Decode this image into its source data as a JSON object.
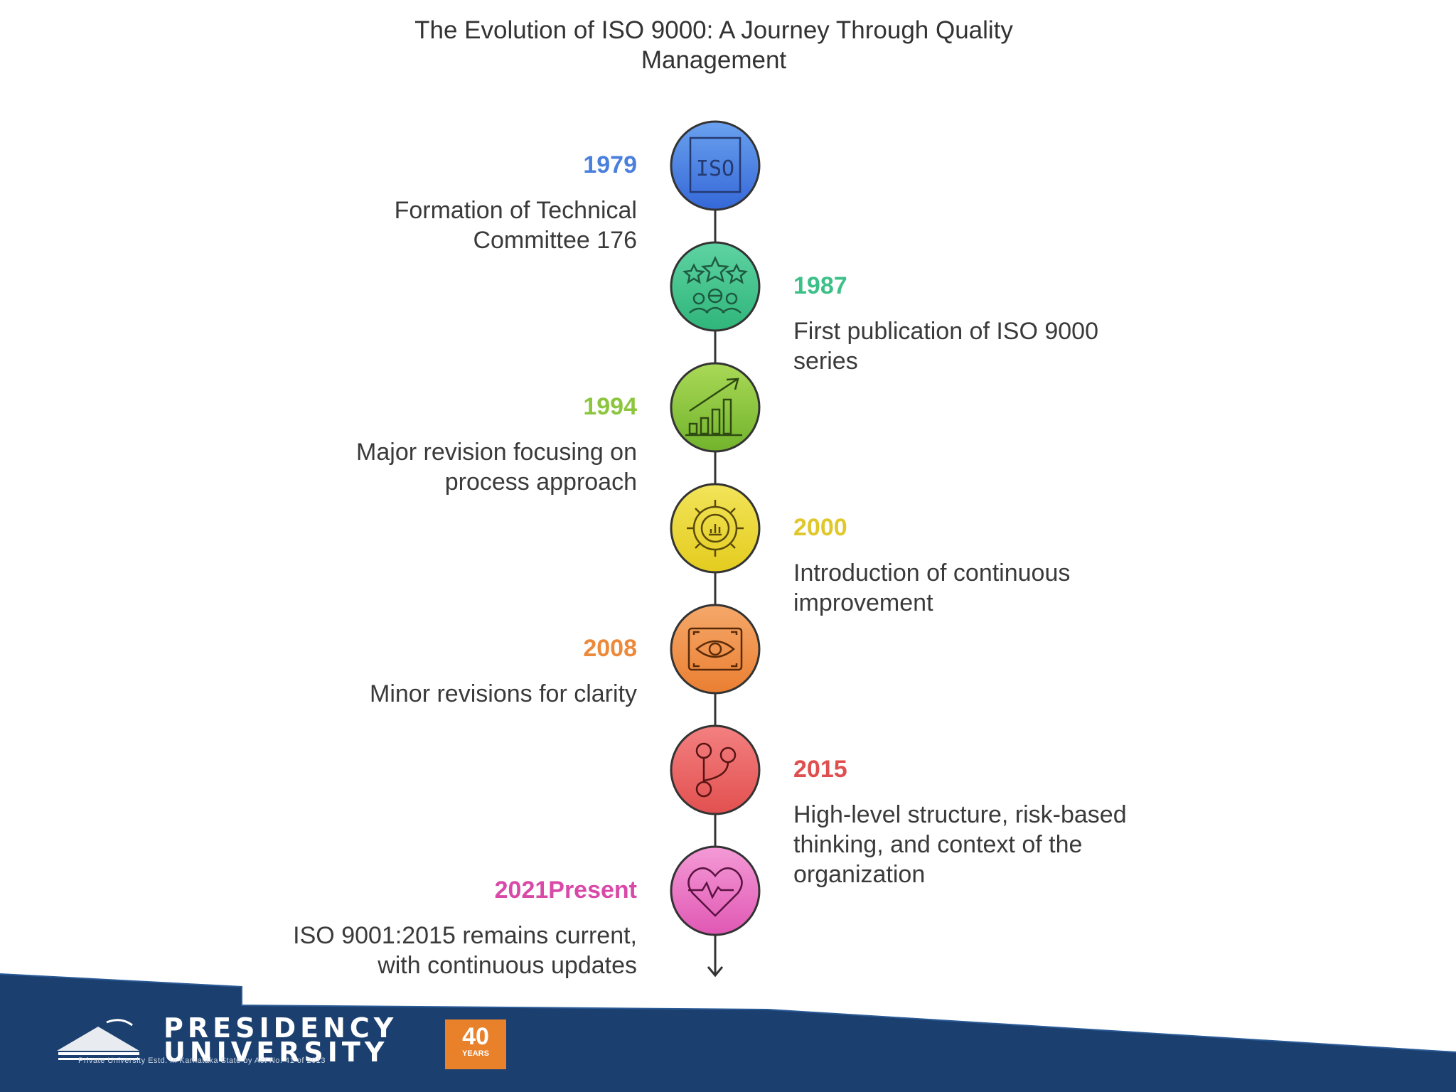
{
  "title": "The Evolution of ISO 9000: A Journey Through Quality Management",
  "events": [
    {
      "year": "1979",
      "description": "Formation of Technical Committee 176",
      "color": "#4a7fde",
      "icon": "iso-document-icon"
    },
    {
      "year": "1987",
      "description": "First publication of ISO 9000 series",
      "color": "#3cc088",
      "icon": "team-stars-icon"
    },
    {
      "year": "1994",
      "description": "Major revision focusing on process approach",
      "color": "#8cc63e",
      "icon": "growth-chart-icon"
    },
    {
      "year": "2000",
      "description": "Introduction of continuous improvement",
      "color": "#e0c72a",
      "icon": "gear-chart-icon"
    },
    {
      "year": "2008",
      "description": "Minor revisions for clarity",
      "color": "#ec8a3c",
      "icon": "eye-focus-icon"
    },
    {
      "year": "2015",
      "description": "High-level structure, risk-based thinking, and context of the organization",
      "color": "#e04f4f",
      "icon": "branch-icon"
    },
    {
      "year": "2021Present",
      "description": "ISO 9001:2015 remains current, with continuous updates",
      "color": "#d94aa8",
      "icon": "heart-pulse-icon"
    }
  ],
  "footer": {
    "brand_line1": "PRESIDENCY",
    "brand_line2": "UNIVERSITY",
    "sub": "Private University Estd. in Karnataka State by Act No. 41 of 2013",
    "badge_number": "40",
    "badge_text": "YEARS",
    "background_color": "#1b3f6e"
  }
}
